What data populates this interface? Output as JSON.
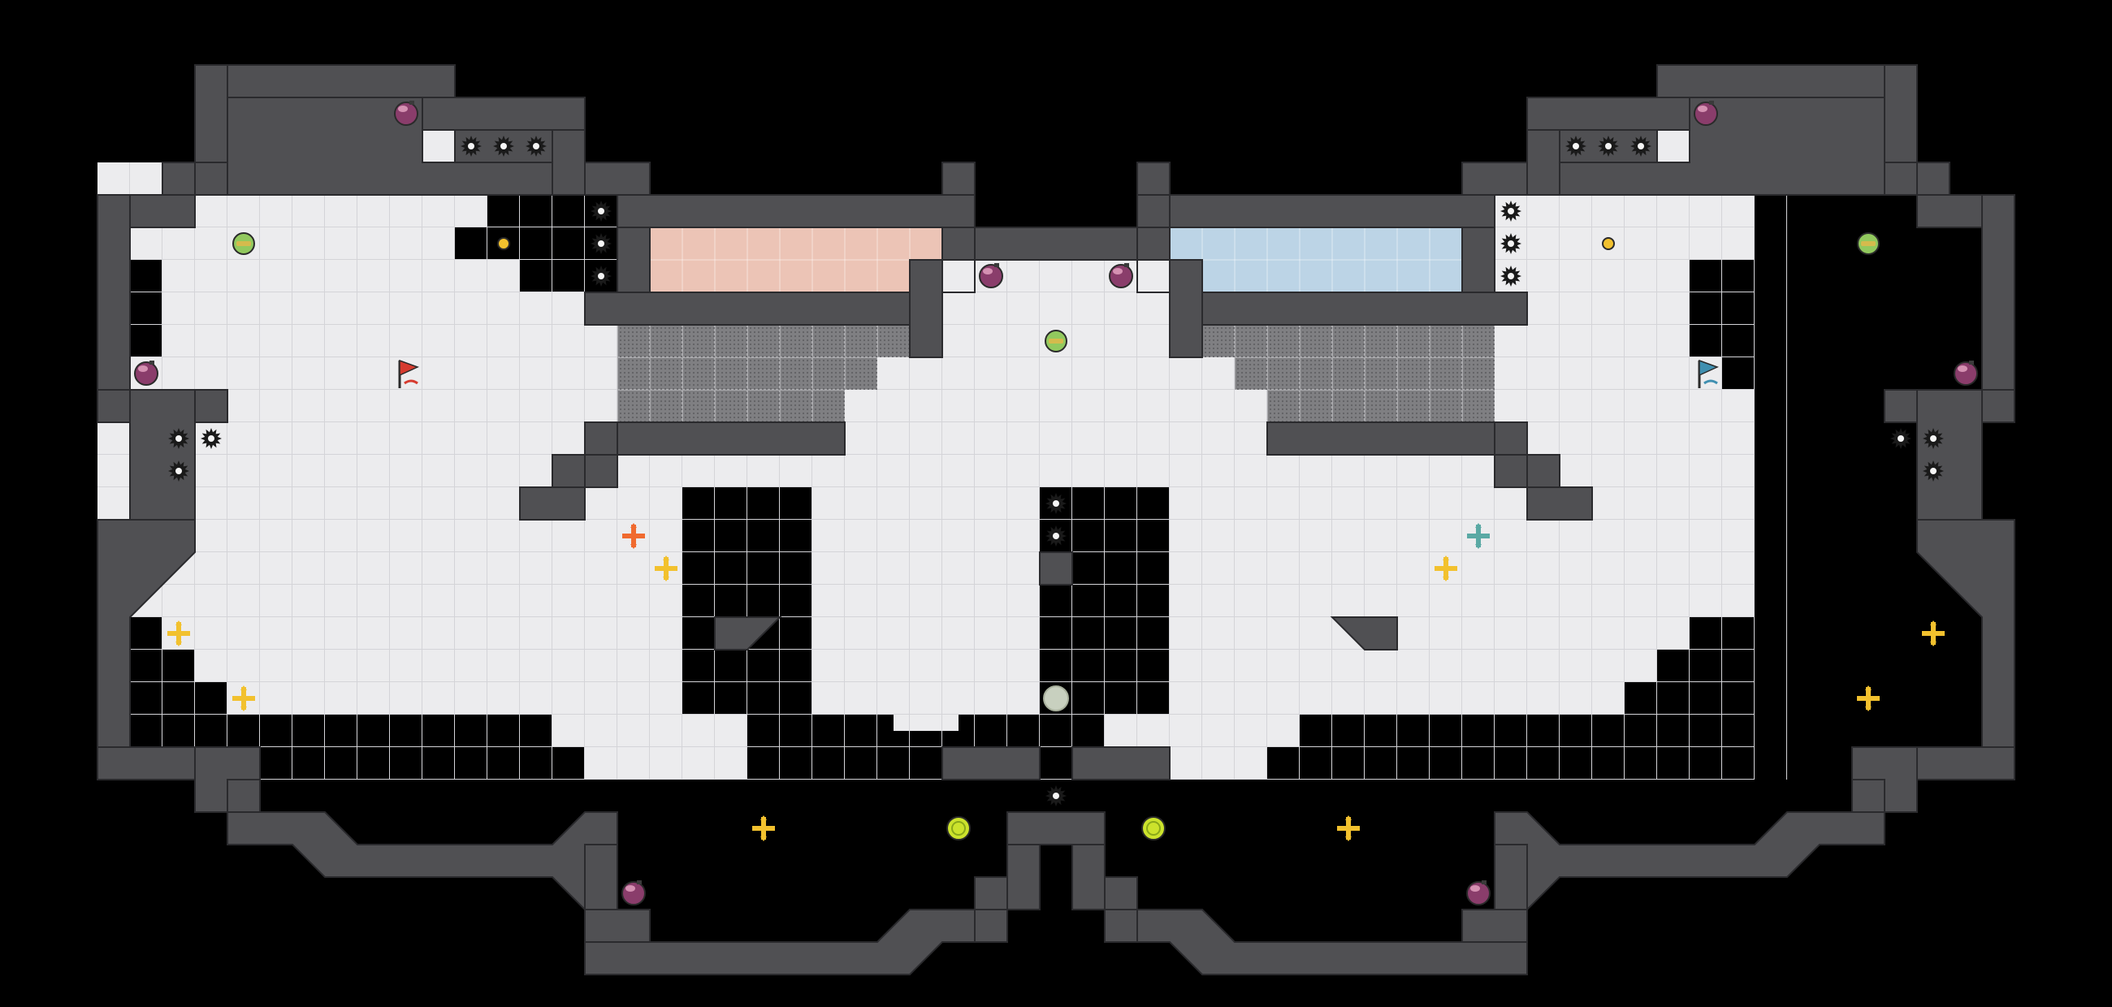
{
  "map": {
    "background_color": "#000000",
    "floor_color": "#ececee",
    "grid_color": "#d4d4d8",
    "wall_color": "#505053",
    "wall_outline_color": "#2a2a2d",
    "speed_tile_color": "#7f7f82",
    "red_endzone_color": "#ecc4b6",
    "blue_endzone_color": "#bcd4e6"
  },
  "flags": [
    {
      "team": "red",
      "icon": "red-flag-icon",
      "color": "#d63b2f"
    },
    {
      "team": "blue",
      "icon": "blue-flag-icon",
      "color": "#3f8fb0"
    }
  ],
  "powerups": {
    "icon": "powerup-orb-icon",
    "color": "#92c95e"
  },
  "spikes": {
    "icon": "spike-icon",
    "color": "#1a1a1a"
  },
  "bombs": {
    "icon": "bomb-icon",
    "color": "#8a3d6b"
  },
  "boosts": {
    "icon": "boost-icon",
    "color": "#f2c12e"
  },
  "team_boosts": [
    {
      "team": "red",
      "icon": "red-boost-icon",
      "color": "#f06a2f"
    },
    {
      "team": "blue",
      "icon": "blue-boost-icon",
      "color": "#5aa9a4"
    }
  ],
  "buttons": {
    "icon": "button-icon",
    "color": "#f2c12e"
  },
  "gates": {
    "icon": "gate-icon",
    "color": "#cce32c"
  },
  "portal": {
    "icon": "portal-icon",
    "color": "#c8d0bf"
  }
}
